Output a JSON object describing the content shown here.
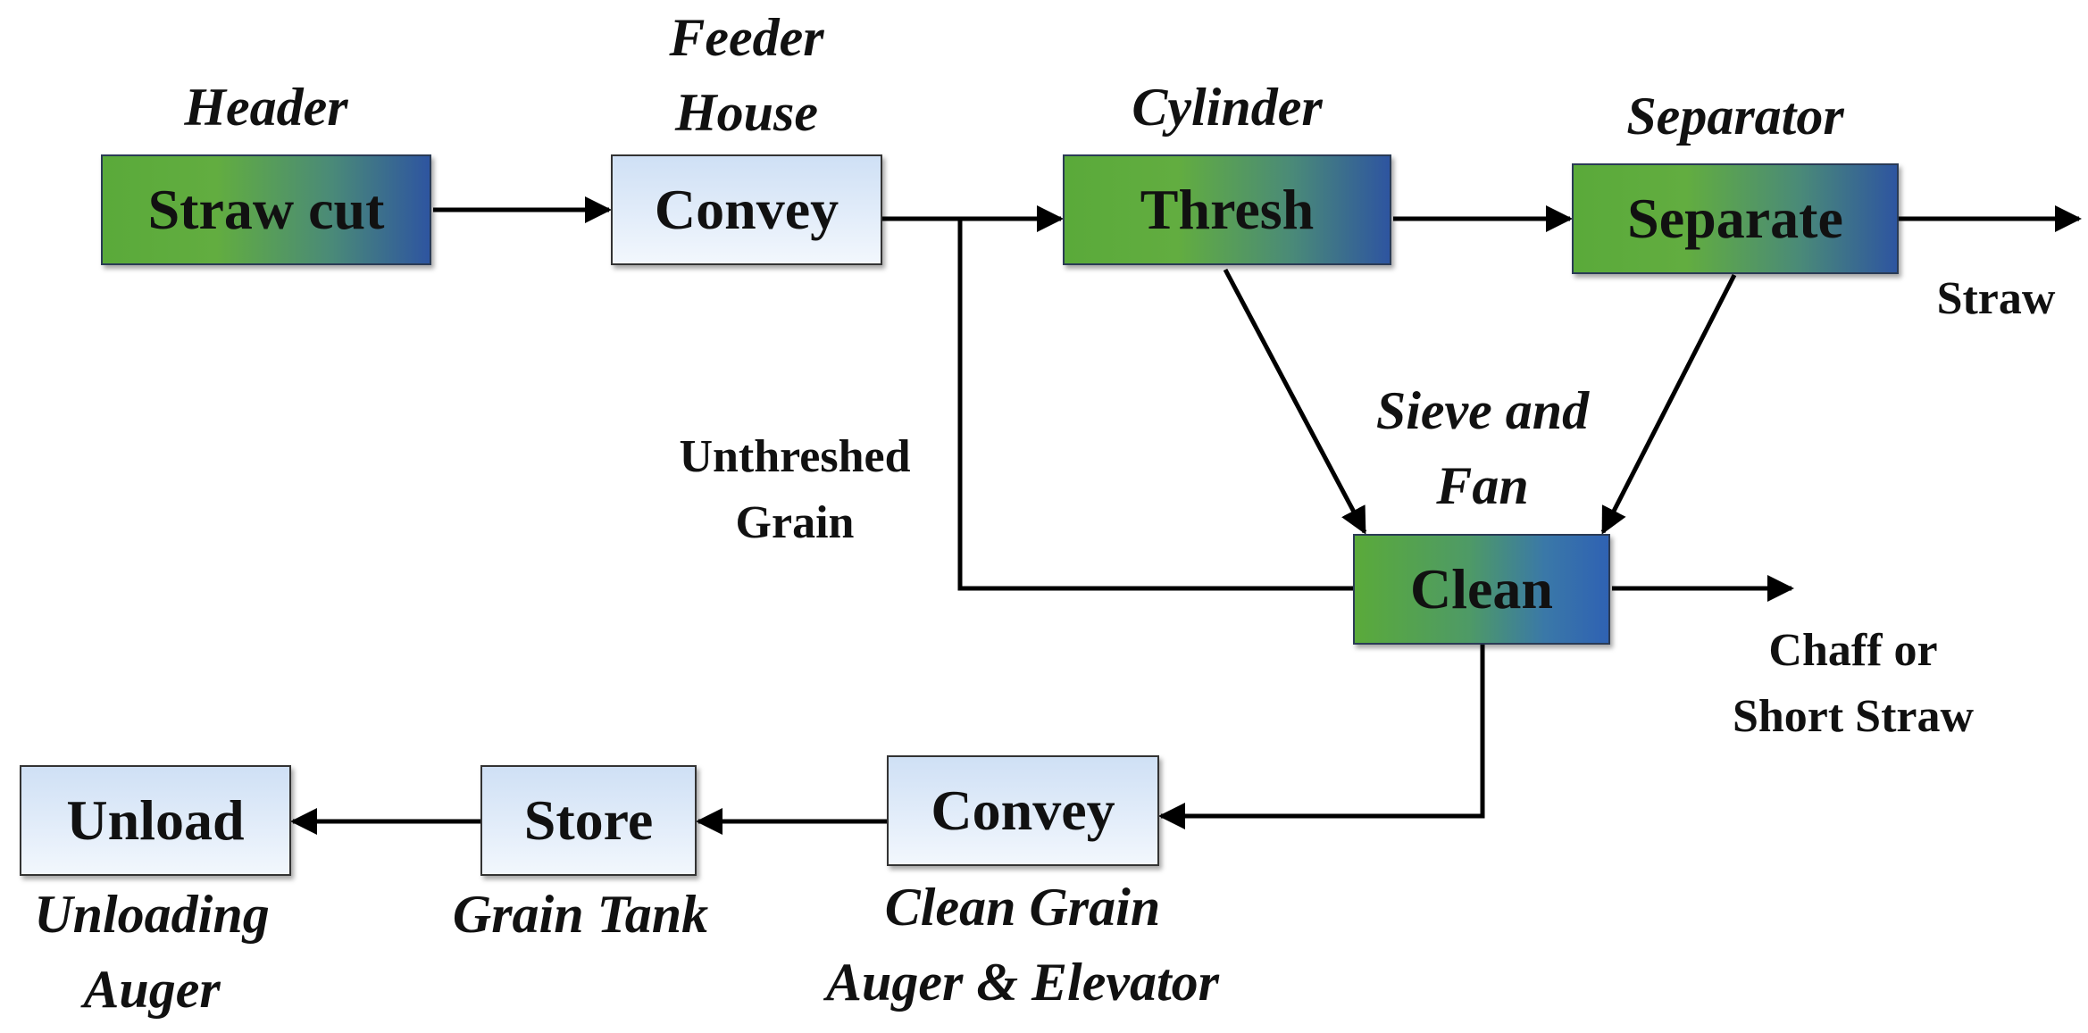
{
  "boxes": {
    "straw_cut": "Straw cut",
    "convey_top": "Convey",
    "thresh": "Thresh",
    "separate": "Separate",
    "clean": "Clean",
    "convey_bottom": "Convey",
    "store": "Store",
    "unload": "Unload"
  },
  "component_labels": {
    "header": "Header",
    "feeder_house": [
      "Feeder",
      "House"
    ],
    "cylinder": "Cylinder",
    "separator": "Separator",
    "sieve_and_fan": [
      "Sieve and",
      "Fan"
    ],
    "clean_grain_auger": [
      "Clean Grain",
      "Auger & Elevator"
    ],
    "grain_tank": "Grain Tank",
    "unloading_auger": [
      "Unloading",
      "Auger"
    ]
  },
  "flow_labels": {
    "straw": "Straw",
    "unthreshed_grain": [
      "Unthreshed",
      "Grain"
    ],
    "chaff": [
      "Chaff or",
      "Short Straw"
    ]
  },
  "colors": {
    "process_box_gradient": [
      "#5aaa3a",
      "#2e55a0"
    ],
    "store_box_gradient": [
      "#cfe0f5",
      "#f2f7fd"
    ],
    "arrow": "#000000"
  }
}
